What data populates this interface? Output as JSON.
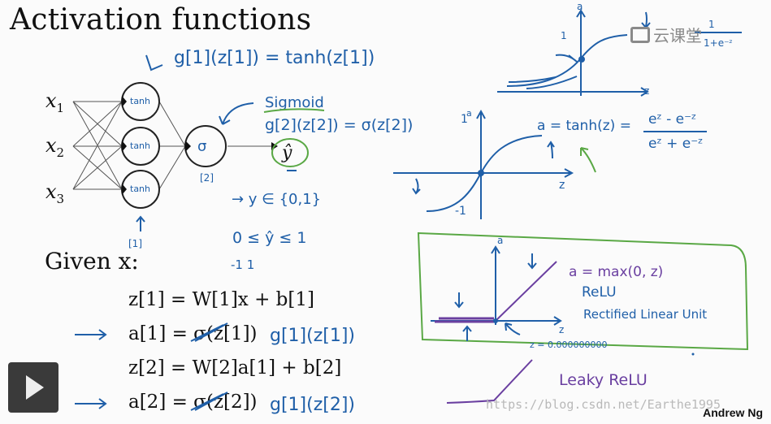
{
  "slide": {
    "title": "Activation functions",
    "inputs": [
      "x",
      "x",
      "x"
    ],
    "input_subs": [
      "1",
      "2",
      "3"
    ],
    "given": "Given x:",
    "equations": [
      "z[1] = W[1]x + b[1]",
      "a[1] = σ(z[1])",
      "z[2] = W[2]a[1] + b[2]",
      "a[2] = σ(z[2])"
    ],
    "author": "Andrew Ng"
  },
  "handwriting": {
    "g1": "g[1](z[1]) = tanh(z[1])",
    "sigmoid_word": "Sigmoid",
    "g2": "g[2](z[2]) = σ(z[2])",
    "neuron_tanh": "tanh",
    "neuron_sigma": "σ",
    "output": "ŷ",
    "layer2": "[2]",
    "layer1": "[1]",
    "y_set": "→ y ∈ {0,1}",
    "yhat_range": "0 ≤ ŷ ≤ 1",
    "range_vals": "-1        1",
    "tanh_def": "a = tanh(z) =",
    "tanh_num": "eᶻ - e⁻ᶻ",
    "tanh_den": "eᶻ + e⁻ᶻ",
    "top_frac": "1",
    "top_den": "1+e⁻ᶻ",
    "axis_a": "a",
    "axis_z": "z",
    "tick_1": "1",
    "tick_neg1": "-1",
    "relu_def": "a = max(0, z)",
    "relu": "ReLU",
    "relu_long": "Rectified Linear Unit",
    "z_small": "z = 0.000000000",
    "leaky": "Leaky ReLU",
    "g_right1": "g[1](z[1])",
    "g_right2": "g[1](z[2])"
  },
  "overlay": {
    "logo_text": "云课堂",
    "watermark": "https://blog.csdn.net/Earthe1995"
  },
  "colors": {
    "blue_ink": "#1f5fa8",
    "green_ink": "#5aa845",
    "purple_ink": "#6a3fa0"
  }
}
